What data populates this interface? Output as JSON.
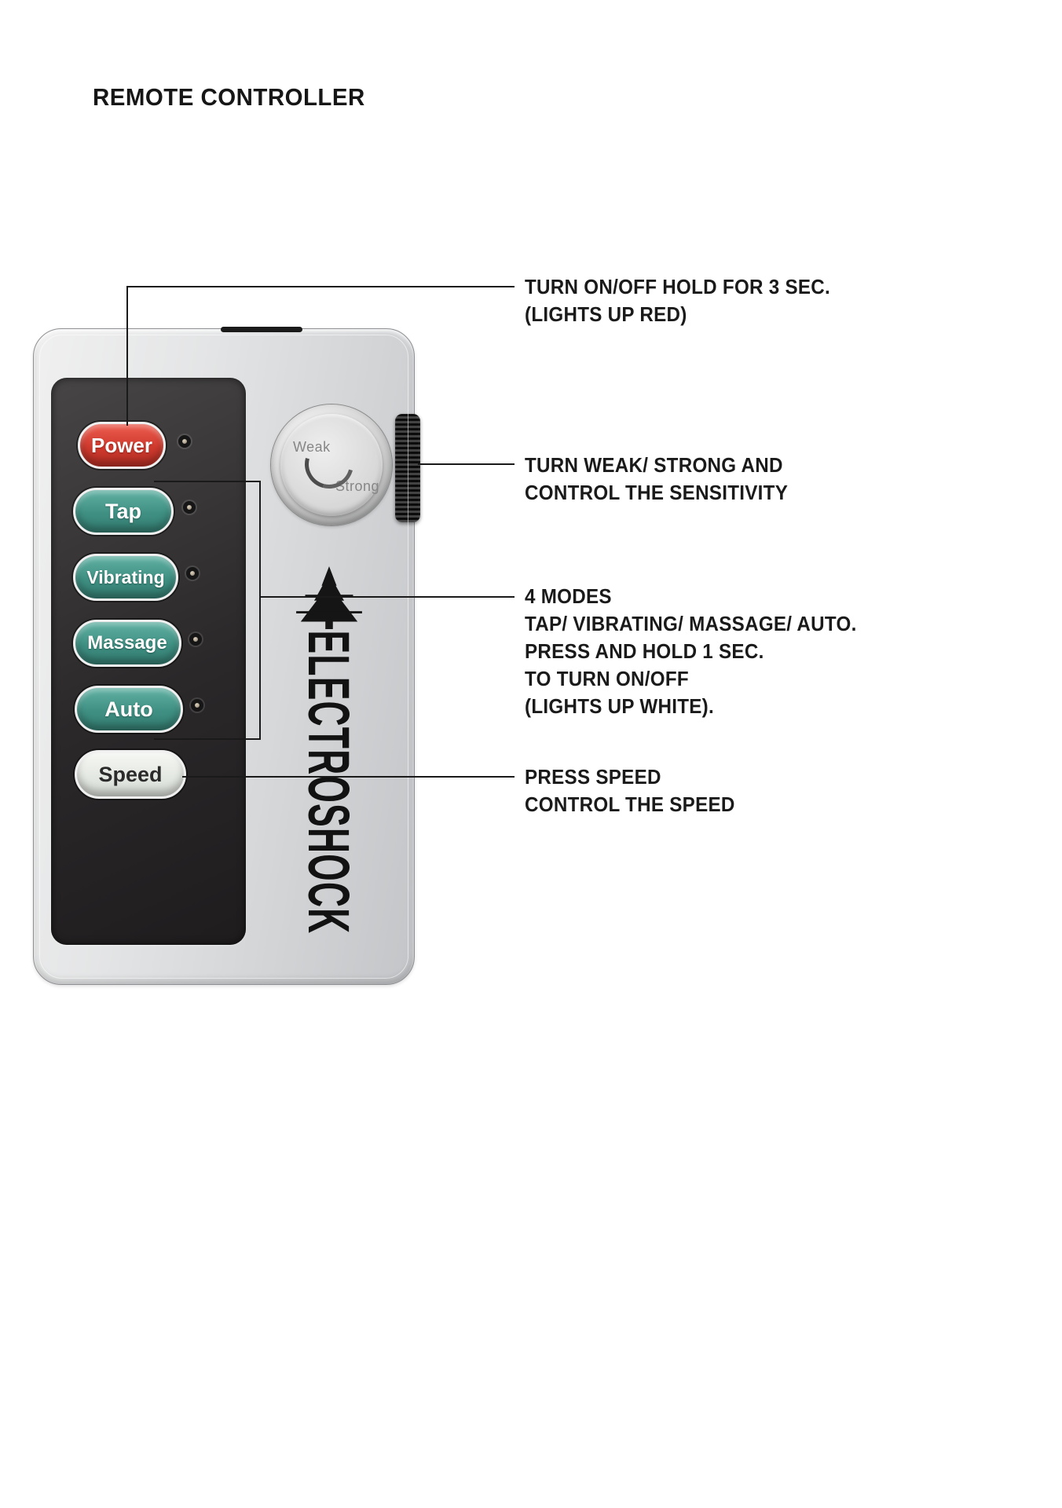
{
  "page": {
    "title": "REMOTE CONTROLLER"
  },
  "remote": {
    "brand": "ELECTROSHOCK",
    "dial": {
      "weak": "Weak",
      "strong": "Strong"
    },
    "buttons": [
      {
        "label": "Power"
      },
      {
        "label": "Tap"
      },
      {
        "label": "Vibrating"
      },
      {
        "label": "Massage"
      },
      {
        "label": "Auto"
      },
      {
        "label": "Speed"
      }
    ]
  },
  "annotations": {
    "power": {
      "lines": [
        "TURN ON/OFF HOLD FOR 3 SEC.",
        "(LIGHTS UP RED)"
      ]
    },
    "sensitivity": {
      "lines": [
        "TURN WEAK/ STRONG AND",
        "CONTROL THE SENSITIVITY"
      ]
    },
    "modes": {
      "lines": [
        "4 MODES",
        "TAP/ VIBRATING/ MASSAGE/ AUTO.",
        "PRESS AND HOLD 1 SEC.",
        "TO TURN ON/OFF",
        "(LIGHTS UP WHITE)."
      ]
    },
    "speed": {
      "lines": [
        "PRESS SPEED",
        "CONTROL THE SPEED"
      ]
    }
  },
  "colors": {
    "power_button": "#d03a2e",
    "mode_button": "#3f9083",
    "speed_button": "#e9ece8",
    "panel": "#262425",
    "body": "#d9dadc",
    "text": "#1a1a1a",
    "led": "#a89c89"
  }
}
